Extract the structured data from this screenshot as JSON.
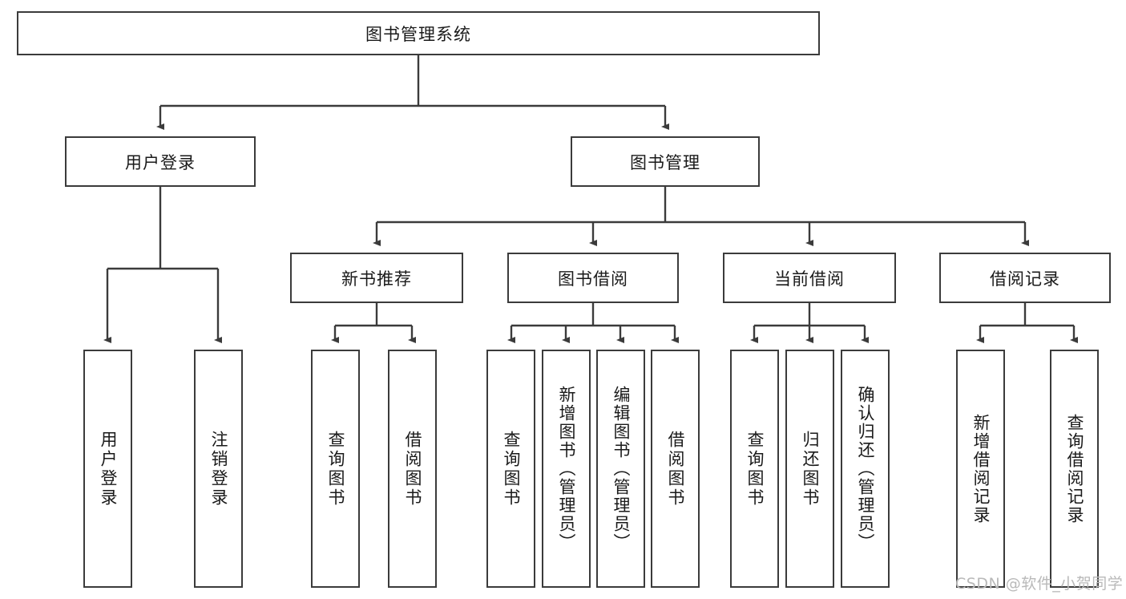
{
  "diagram": {
    "title": "图书管理系统",
    "type": "tree-hierarchy-chart",
    "root": {
      "label": "图书管理系统"
    },
    "level2": [
      {
        "label": "用户登录"
      },
      {
        "label": "图书管理"
      }
    ],
    "level3": [
      {
        "label": "新书推荐"
      },
      {
        "label": "图书借阅"
      },
      {
        "label": "当前借阅"
      },
      {
        "label": "借阅记录"
      }
    ],
    "leaves": {
      "user_login": [
        {
          "label": "用户登录"
        },
        {
          "label": "注销登录"
        }
      ],
      "new_book_recommend": [
        {
          "label": "查询图书"
        },
        {
          "label": "借阅图书"
        }
      ],
      "book_borrow": [
        {
          "label": "查询图书"
        },
        {
          "label": "新增图书（管理员）"
        },
        {
          "label": "编辑图书（管理员）"
        },
        {
          "label": "借阅图书"
        }
      ],
      "current_borrow": [
        {
          "label": "查询图书"
        },
        {
          "label": "归还图书"
        },
        {
          "label": "确认归还（管理员）"
        }
      ],
      "borrow_record": [
        {
          "label": "新增借阅记录"
        },
        {
          "label": "查询借阅记录"
        }
      ]
    }
  },
  "watermark": {
    "text": "CSDN @软件_小贺同学"
  },
  "colors": {
    "stroke": "#3b3b3b",
    "fill": "#ffffff",
    "text": "#1a1a1a",
    "watermark": "#b9b9b9"
  }
}
